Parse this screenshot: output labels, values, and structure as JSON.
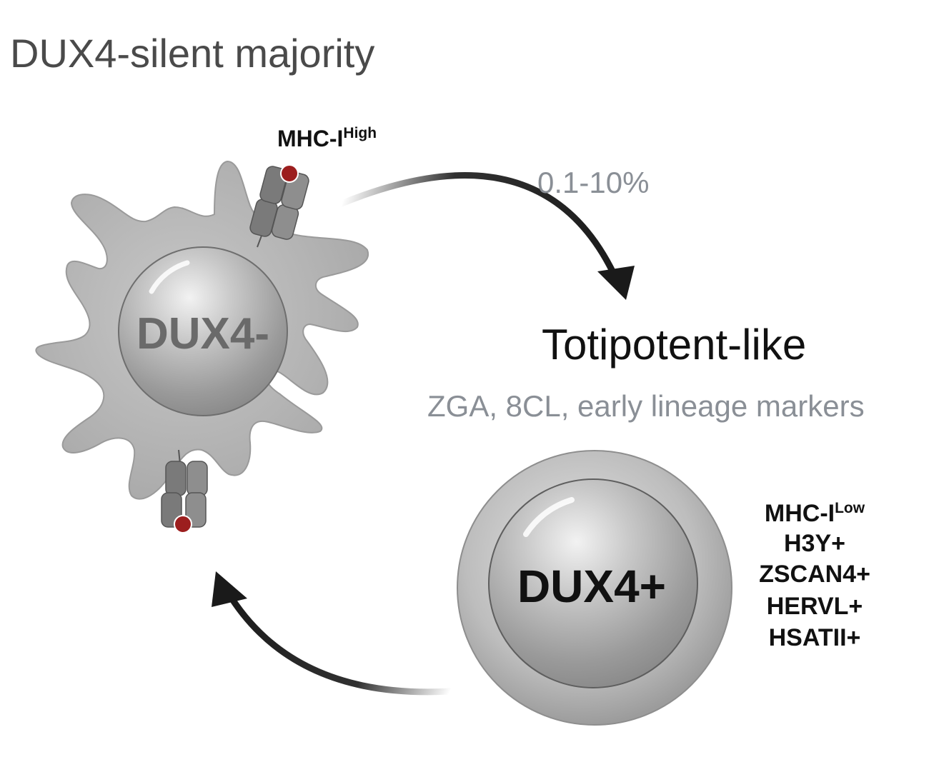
{
  "title": "DUX4-silent majority",
  "cell_silent": {
    "nucleus_label": "DUX4-",
    "marker_base": "MHC-I",
    "marker_sup": "High"
  },
  "transition": {
    "percent_label": "0.1-10%",
    "state_label": "Totipotent-like",
    "state_detail": "ZGA, 8CL, early lineage markers"
  },
  "cell_active": {
    "nucleus_label": "DUX4+",
    "marker_base": "MHC-I",
    "marker_sup": "Low",
    "markers": [
      "H3Y+",
      "ZSCAN4+",
      "HERVL+",
      "HSATII+"
    ]
  },
  "colors": {
    "cell_gray": "#b4b4b4",
    "nucleus_gray": "#9a9a9a",
    "receptor_gray": "#7a7a7a",
    "peptide_red": "#9c1e1e",
    "arrow_black": "#1a1a1a"
  }
}
